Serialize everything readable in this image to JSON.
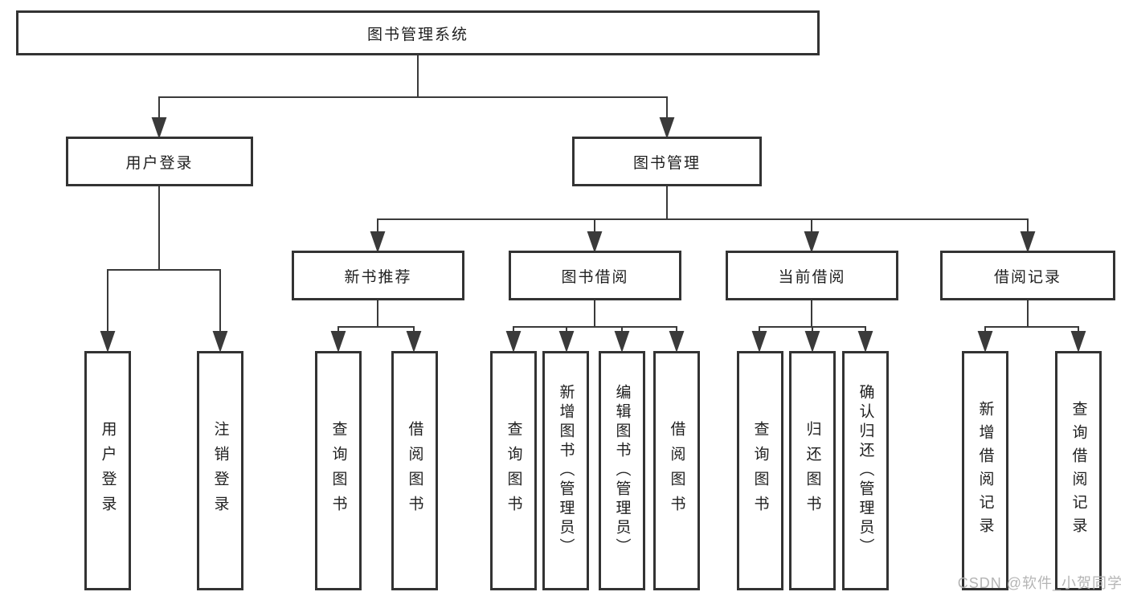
{
  "diagram": {
    "root": {
      "label": "图书管理系统"
    },
    "level2": [
      {
        "label": "用户登录"
      },
      {
        "label": "图书管理"
      }
    ],
    "level3": [
      {
        "label": "新书推荐",
        "parent": "图书管理"
      },
      {
        "label": "图书借阅",
        "parent": "图书管理"
      },
      {
        "label": "当前借阅",
        "parent": "图书管理"
      },
      {
        "label": "借阅记录",
        "parent": "图书管理"
      }
    ],
    "leaves": [
      {
        "label": "用户登录",
        "parent": "用户登录"
      },
      {
        "label": "注销登录",
        "parent": "用户登录"
      },
      {
        "label": "查询图书",
        "parent": "新书推荐"
      },
      {
        "label": "借阅图书",
        "parent": "新书推荐"
      },
      {
        "label": "查询图书",
        "parent": "图书借阅"
      },
      {
        "label": "新增图书（管理员）",
        "parent": "图书借阅"
      },
      {
        "label": "编辑图书（管理员）",
        "parent": "图书借阅"
      },
      {
        "label": "借阅图书",
        "parent": "图书借阅"
      },
      {
        "label": "查询图书",
        "parent": "当前借阅"
      },
      {
        "label": "归还图书",
        "parent": "当前借阅"
      },
      {
        "label": "确认归还（管理员）",
        "parent": "当前借阅"
      },
      {
        "label": "新增借阅记录",
        "parent": "借阅记录"
      },
      {
        "label": "查询借阅记录",
        "parent": "借阅记录"
      }
    ],
    "colors": {
      "line": "#3a3a3a",
      "box_border": "#333333",
      "text": "#1f1f1f",
      "background": "#ffffff",
      "watermark": "#b5b5b5"
    }
  },
  "watermark": {
    "text": "CSDN @软件_小贺同学"
  }
}
